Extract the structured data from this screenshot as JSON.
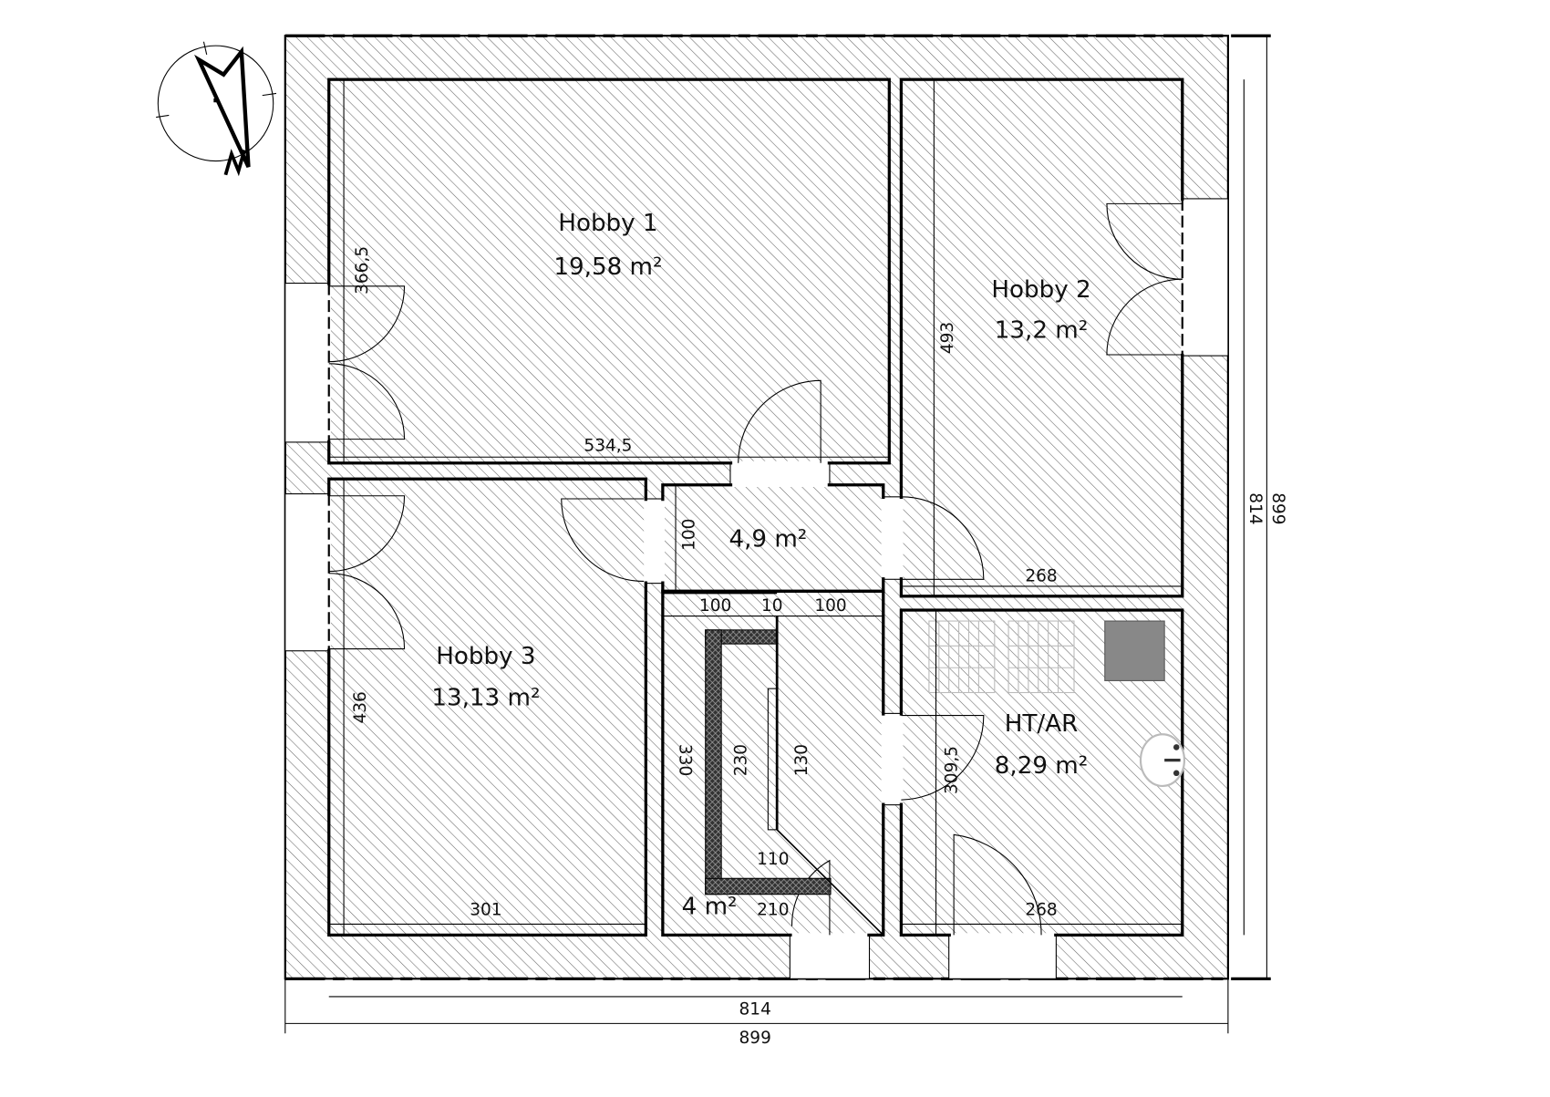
{
  "rooms": {
    "hobby1": {
      "name": "Hobby 1",
      "area": "19,58 m²"
    },
    "hobby2": {
      "name": "Hobby 2",
      "area": "13,2 m²"
    },
    "hobby3": {
      "name": "Hobby 3",
      "area": "13,13 m²"
    },
    "hall": {
      "area": "4,9 m²"
    },
    "stair": {
      "area": "4 m²"
    },
    "htar": {
      "name": "HT/AR",
      "area": "8,29 m²"
    }
  },
  "dimensions": {
    "hobby1_height": "366,5",
    "hobby1_width": "534,5",
    "hobby2_height": "493",
    "hobby2_width": "268",
    "hobby3_height": "436",
    "hobby3_width": "301",
    "hall_height": "100",
    "stair_left": "100",
    "stair_mid": "10",
    "stair_right": "100",
    "stair_outer": "330",
    "stair_inner": "230",
    "stair_rail": "130",
    "stair_bottom_inner": "110",
    "stair_bottom": "210",
    "htar_height": "309,5",
    "htar_width": "268",
    "inner_width": "814",
    "outer_width": "899",
    "inner_height": "814",
    "outer_height": "899"
  },
  "compass": {
    "label": "N"
  },
  "colors": {
    "wall_hatch": "#555555",
    "stair_fill": "#333333",
    "fixture_gray": "#888888"
  }
}
